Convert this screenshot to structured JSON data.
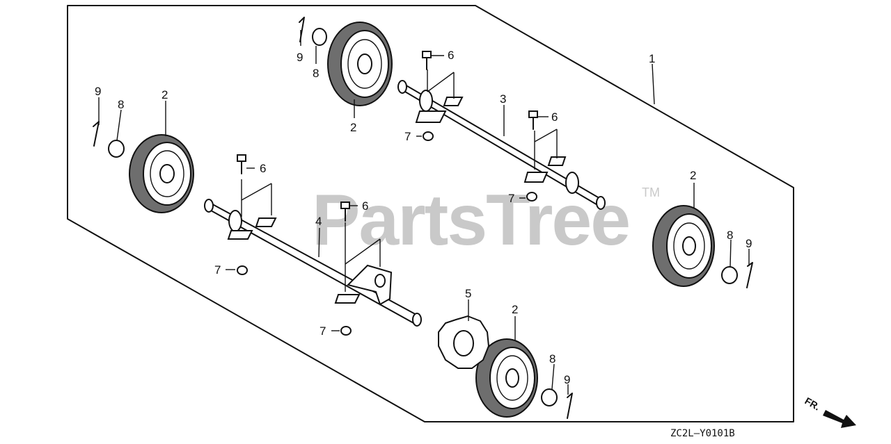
{
  "watermark": {
    "text": "PartsTree",
    "trademark": "TM"
  },
  "diagram_code": "ZC2L—Y0101B",
  "direction_label": "FR.",
  "callouts": {
    "c1": "1",
    "c2a": "2",
    "c2b": "2",
    "c2c": "2",
    "c2d": "2",
    "c3": "3",
    "c4": "4",
    "c5": "5",
    "c6a": "6",
    "c6b": "6",
    "c6c": "6",
    "c6d": "6",
    "c7a": "7",
    "c7b": "7",
    "c7c": "7",
    "c7d": "7",
    "c8a": "8",
    "c8b": "8",
    "c8c": "8",
    "c8d": "8",
    "c9a": "9",
    "c9b": "9",
    "c9c": "9",
    "c9d": "9"
  },
  "colors": {
    "ink": "#111111",
    "watermark": "#c9c9c9",
    "tread": "#6e6e6e"
  }
}
